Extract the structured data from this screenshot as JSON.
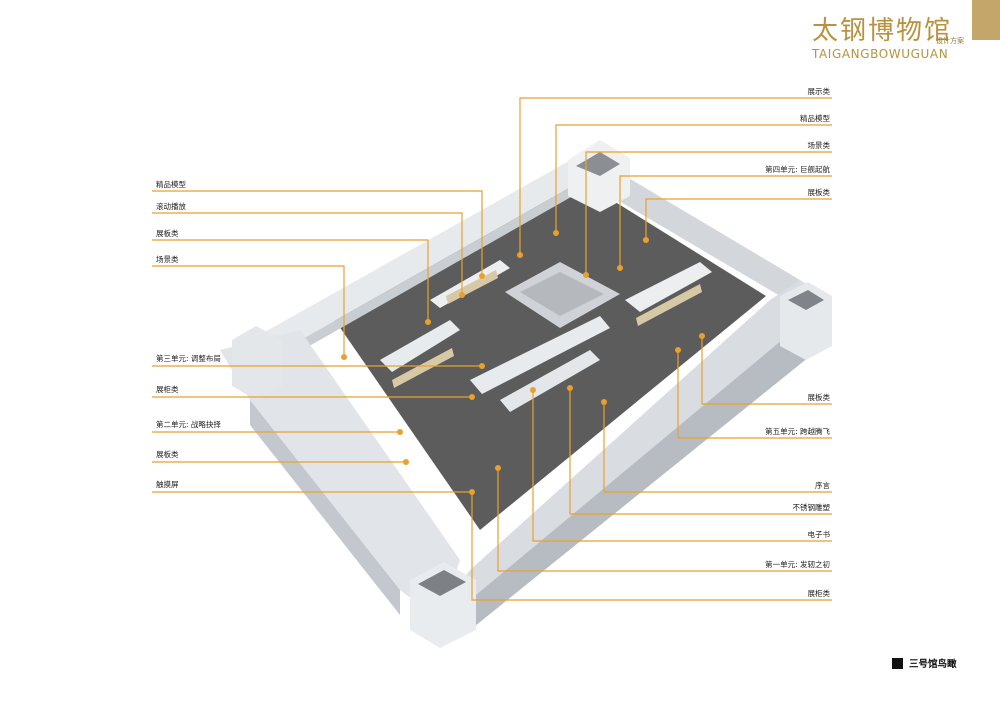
{
  "header": {
    "title": "太钢博物馆",
    "subtitle": "设计方案",
    "pinyin": "TAIGANGBOWUGUAN"
  },
  "colors": {
    "accent": "#e9a12c",
    "brand_gold": "#b8923e",
    "tab_gold": "#c4a66a",
    "floor": "#5f5f5f",
    "wall": "#dde1e5"
  },
  "labels_left": [
    "精品模型",
    "滚动播放",
    "展板类",
    "场景类",
    "第三单元: 调整布局",
    "展柜类",
    "第二单元: 战略抉择",
    "展板类",
    "触摸屏"
  ],
  "labels_right": [
    "展示类",
    "精品模型",
    "场景类",
    "第四单元: 巨舰起航",
    "展板类",
    "展板类",
    "第五单元: 跨越腾飞",
    "序言",
    "不锈钢雕塑",
    "电子书",
    "第一单元: 发轫之初",
    "展柜类"
  ],
  "caption": "三号馆鸟瞰"
}
